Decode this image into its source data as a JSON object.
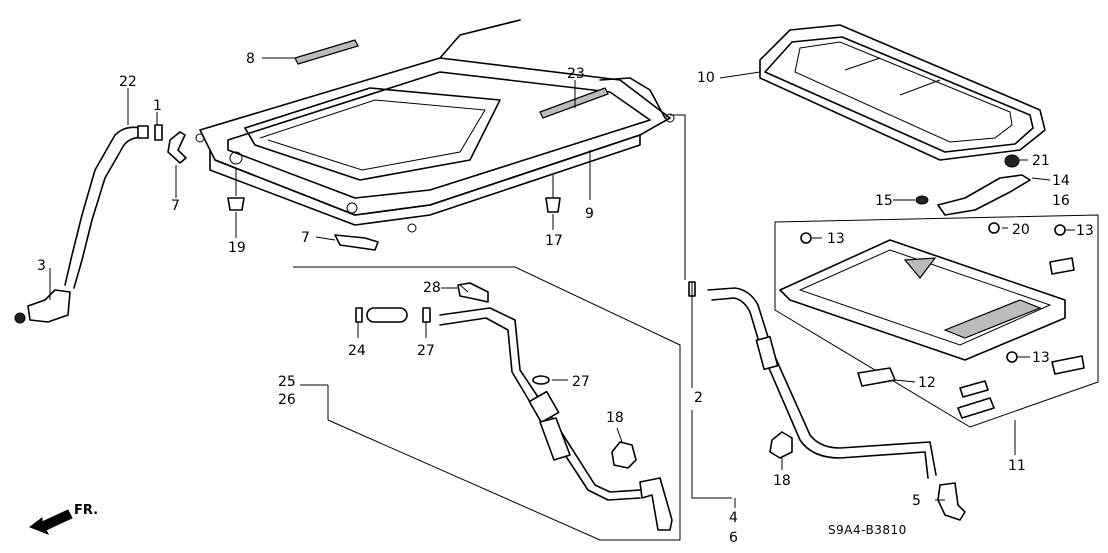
{
  "diagram": {
    "code": "S9A4-B3810",
    "front_label": "FR.",
    "callouts": {
      "c1": "1",
      "c2": "2",
      "c3": "3",
      "c4": "4",
      "c5": "5",
      "c6": "6",
      "c7a": "7",
      "c7b": "7",
      "c8": "8",
      "c9": "9",
      "c10": "10",
      "c11": "11",
      "c12": "12",
      "c13a": "13",
      "c13b": "13",
      "c13c": "13",
      "c14": "14",
      "c15": "15",
      "c16": "16",
      "c17": "17",
      "c18a": "18",
      "c18b": "18",
      "c19": "19",
      "c20": "20",
      "c21": "21",
      "c22": "22",
      "c23": "23",
      "c24": "24",
      "c25": "25",
      "c26": "26",
      "c27a": "27",
      "c27b": "27",
      "c28": "28"
    },
    "icons": {
      "front_arrow": "front-direction-arrow-icon"
    }
  }
}
